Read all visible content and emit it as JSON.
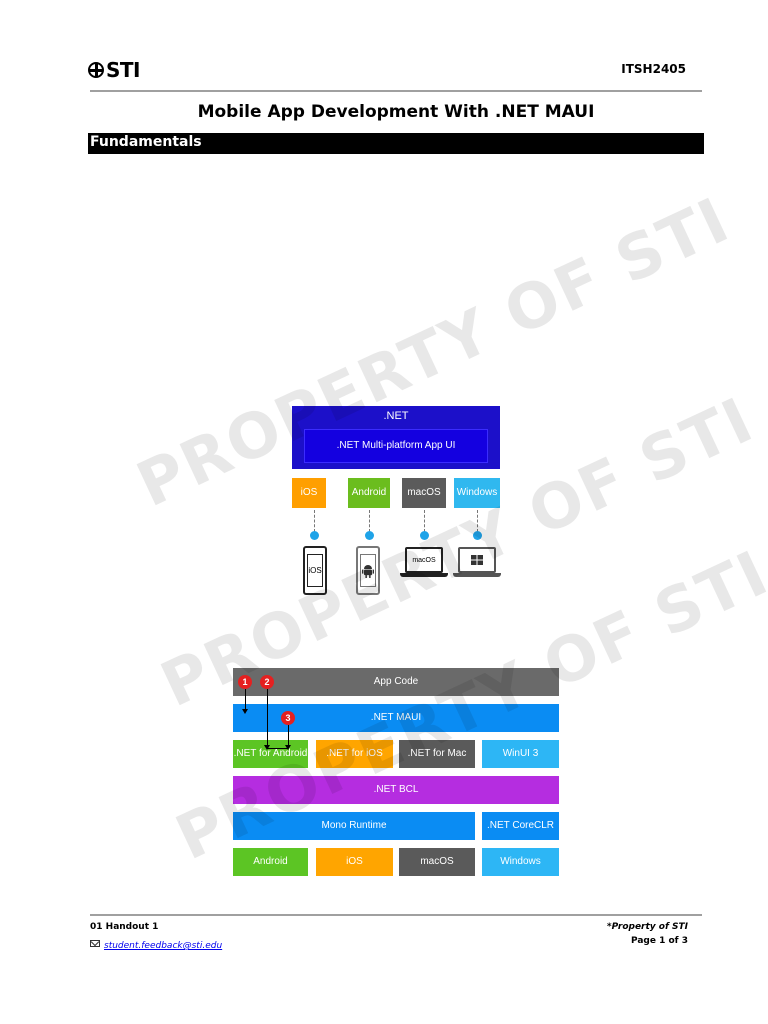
{
  "header": {
    "logo_text": "STI",
    "course_code": "ITSH2405",
    "title": "Mobile App Development With .NET MAUI",
    "section": "Fundamentals"
  },
  "watermark": {
    "lines": [
      "PROPERTY OF STI",
      "PROPERTY OF STI",
      "PROPERTY OF STI"
    ]
  },
  "diagram1": {
    "net_label": ".NET",
    "maui_label": ".NET Multi-platform App UI",
    "platforms": [
      {
        "label": "iOS",
        "color": "#ff9f00"
      },
      {
        "label": "Android",
        "color": "#6bbd1e"
      },
      {
        "label": "macOS",
        "color": "#5b5b5b"
      },
      {
        "label": "Windows",
        "color": "#30b8ef"
      }
    ],
    "device_labels": {
      "ios": "iOS",
      "mac": "macOS"
    }
  },
  "diagram2": {
    "app_code": "App Code",
    "net_maui": ".NET MAUI",
    "row3": [
      ".NET for Android",
      ".NET for iOS",
      ".NET for Mac",
      "WinUI 3"
    ],
    "net_bcl": ".NET BCL",
    "mono_runtime": "Mono Runtime",
    "coreclr": ".NET CoreCLR",
    "row6": [
      "Android",
      "iOS",
      "macOS",
      "Windows"
    ],
    "badges": [
      "1",
      "2",
      "3"
    ],
    "colors": {
      "gray": "#6a6a6a",
      "blue": "#0a8cf3",
      "green": "#5cc524",
      "orange": "#ffa500",
      "dark": "#5a5a5a",
      "cyan": "#2db6f5",
      "purple": "#b52de0"
    }
  },
  "footer": {
    "handout": "01 Handout 1",
    "email": "student.feedback@sti.edu",
    "property": "*Property of STI",
    "page": "Page 1 of 3"
  }
}
